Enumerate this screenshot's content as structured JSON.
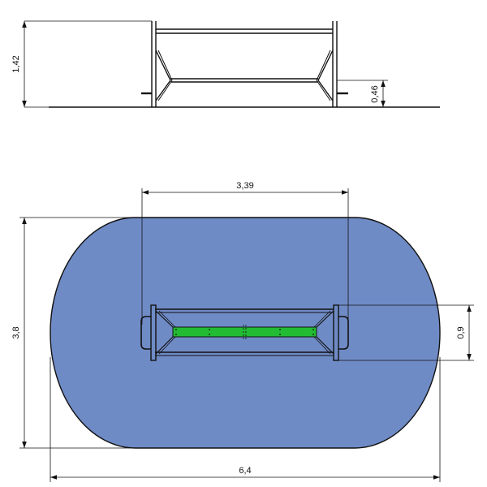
{
  "drawing": {
    "elevation": {
      "height_label": "1,42",
      "seat_height_label": "0,46"
    },
    "plan": {
      "top_width_label": "3,39",
      "total_length_label": "6,4",
      "total_width_label": "3,8",
      "seat_width_label": "0,9"
    }
  },
  "colors": {
    "safety_zone_fill": "#6f8bc6",
    "bench_seat_fill": "#22bb33",
    "line": "#111111"
  }
}
